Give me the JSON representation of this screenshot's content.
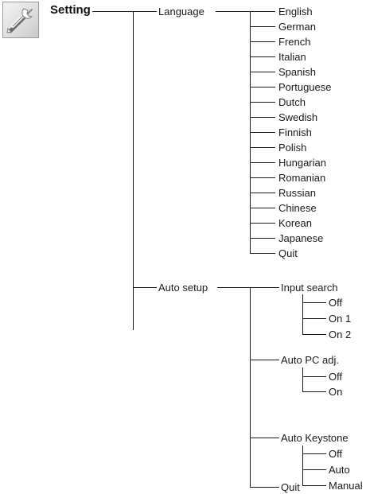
{
  "diagram": {
    "root": "Setting",
    "icon": "wrench-screwdriver-icon",
    "branch_language": {
      "label": "Language",
      "options": [
        "English",
        "German",
        "French",
        "Italian",
        "Spanish",
        "Portuguese",
        "Dutch",
        "Swedish",
        "Finnish",
        "Polish",
        "Hungarian",
        "Romanian",
        "Russian",
        "Chinese",
        "Korean",
        "Japanese",
        "Quit"
      ]
    },
    "branch_auto_setup": {
      "label": "Auto setup",
      "input_search": {
        "label": "Input search",
        "options": [
          "Off",
          "On 1",
          "On 2"
        ]
      },
      "auto_pc_adj": {
        "label": "Auto PC adj.",
        "options": [
          "Off",
          "On"
        ]
      },
      "auto_keystone": {
        "label": "Auto Keystone",
        "options": [
          "Off",
          "Auto",
          "Manual"
        ]
      },
      "quit": "Quit"
    }
  }
}
